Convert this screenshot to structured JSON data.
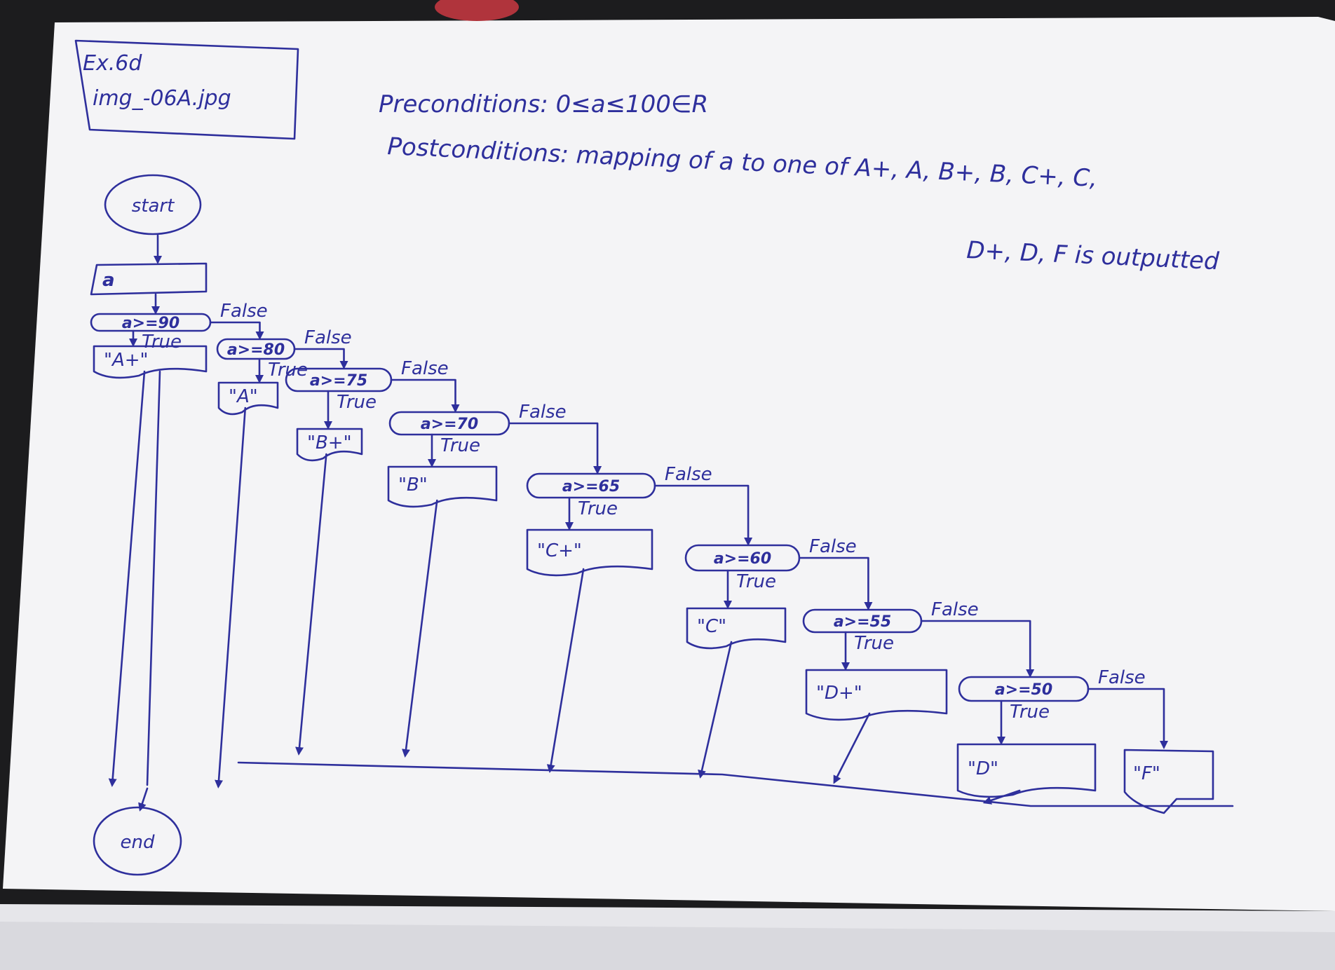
{
  "header_box": {
    "line1": "Ex.6d",
    "line2": "img_-06A.jpg"
  },
  "spec": {
    "preconditions": "Preconditions: 0≤a≤100∈R",
    "postconditions_1": "Postconditions: mapping of a to one of A+, A, B+, B, C+, C,",
    "postconditions_2": "D+, D, F is outputted"
  },
  "flowchart": {
    "start": "start",
    "end": "end",
    "input": "a",
    "true_label": "True",
    "false_label": "False",
    "decisions": [
      {
        "condition": "a>=90",
        "output": "\"A+\""
      },
      {
        "condition": "a>=80",
        "output": "\"A\""
      },
      {
        "condition": "a>=75",
        "output": "\"B+\""
      },
      {
        "condition": "a>=70",
        "output": "\"B\""
      },
      {
        "condition": "a>=65",
        "output": "\"C+\""
      },
      {
        "condition": "a>=60",
        "output": "\"C\""
      },
      {
        "condition": "a>=55",
        "output": "\"D+\""
      },
      {
        "condition": "a>=50",
        "output": "\"D\""
      }
    ],
    "else_output": "\"F\""
  },
  "colors": {
    "ink": "#2e2f9c",
    "paper": "#f4f4f6",
    "background": "#1c1c1e"
  }
}
